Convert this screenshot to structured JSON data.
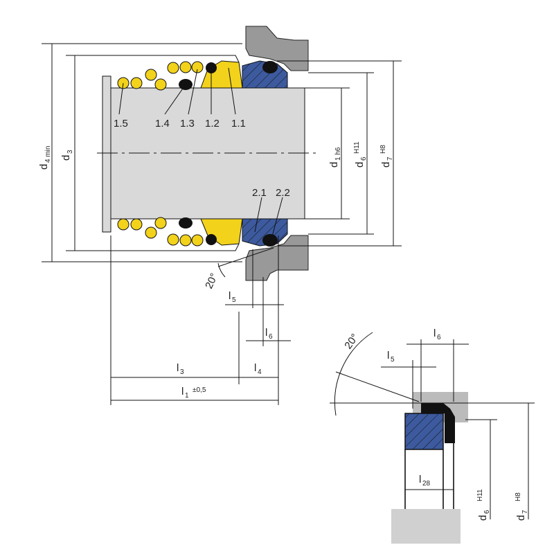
{
  "colors": {
    "housing": "#999999",
    "shaft": "#d9d9d9",
    "seat": "#3d5a9e",
    "yellow": "#f2d21b",
    "black": "#111111"
  },
  "main": {
    "part_labels": [
      "1.5",
      "1.4",
      "1.3",
      "1.2",
      "1.1",
      "2.1",
      "2.2"
    ],
    "d4": {
      "main": "d",
      "sub": "4 min"
    },
    "d3": {
      "main": "d",
      "sub": "3"
    },
    "d1": {
      "main": "d",
      "sub": "1 h6"
    },
    "d6": {
      "main": "d",
      "sub": "6",
      "tol": "H11"
    },
    "d7": {
      "main": "d",
      "sub": "7",
      "tol": "H8"
    },
    "angle": "20°",
    "l5": {
      "main": "l",
      "sub": "5"
    },
    "l6": {
      "main": "l",
      "sub": "6"
    },
    "l3": {
      "main": "l",
      "sub": "3"
    },
    "l4": {
      "main": "l",
      "sub": "4"
    },
    "l1": {
      "main": "l",
      "sub": "1",
      "tol": "±0,5"
    }
  },
  "detail": {
    "angle": "20°",
    "l6": {
      "main": "l",
      "sub": "6"
    },
    "l5": {
      "main": "l",
      "sub": "5"
    },
    "l28": {
      "main": "l",
      "sub": "28"
    },
    "d6": {
      "main": "d",
      "sub": "6",
      "tol": "H11"
    },
    "d7": {
      "main": "d",
      "sub": "7",
      "tol": "H8"
    }
  }
}
